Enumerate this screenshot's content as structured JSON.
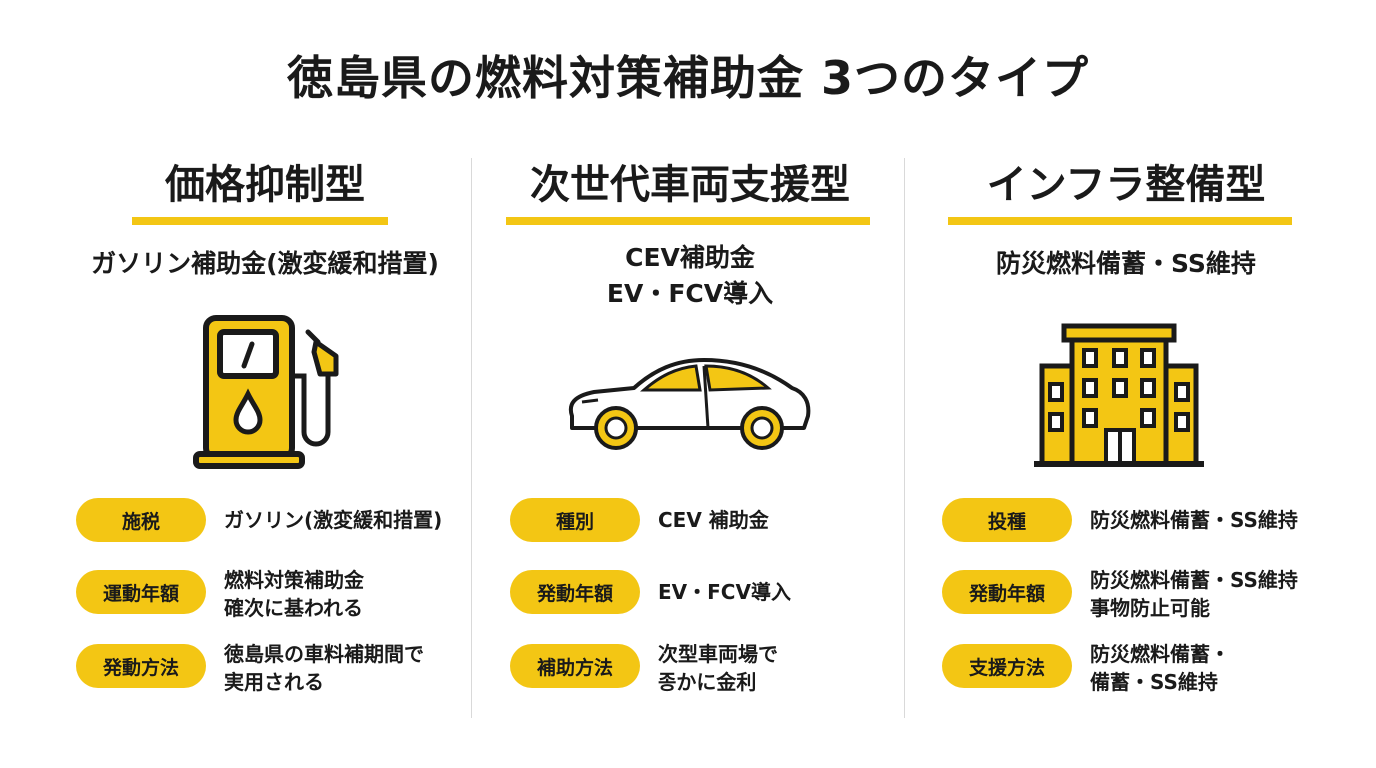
{
  "title": "徳島県の燃料対策補助金 3つのタイプ",
  "accent_color": "#f3c614",
  "columns": [
    {
      "heading": "価格抑制型",
      "subtitle": "ガソリン補助金(激変緩和措置)",
      "icon": "fuel-pump-icon",
      "rows": [
        {
          "label": "施税",
          "text": "ガソリン(激変緩和措置)"
        },
        {
          "label": "運動年額",
          "text": "燃料対策補助金\n確次に基われる"
        },
        {
          "label": "発動方法",
          "text": "徳島県の車料補期間で\n実用される"
        }
      ]
    },
    {
      "heading": "次世代車両支援型",
      "subtitle": "CEV補助金\nEV・FCV導入",
      "icon": "car-icon",
      "rows": [
        {
          "label": "種別",
          "text": "CEV 補助金"
        },
        {
          "label": "発動年額",
          "text": "EV・FCV導入"
        },
        {
          "label": "補助方法",
          "text": "次型車両場で\n종かに金利"
        }
      ]
    },
    {
      "heading": "インフラ整備型",
      "subtitle": "防災燃料備蓄・SS維持",
      "icon": "building-icon",
      "rows": [
        {
          "label": "投種",
          "text": "防災燃料備蓄・SS維持"
        },
        {
          "label": "発動年額",
          "text": "防災燃料備蓄・SS維持\n事物防止可能"
        },
        {
          "label": "支援方法",
          "text": "防災燃料備蓄・\n備蓄・SS維持"
        }
      ]
    }
  ]
}
